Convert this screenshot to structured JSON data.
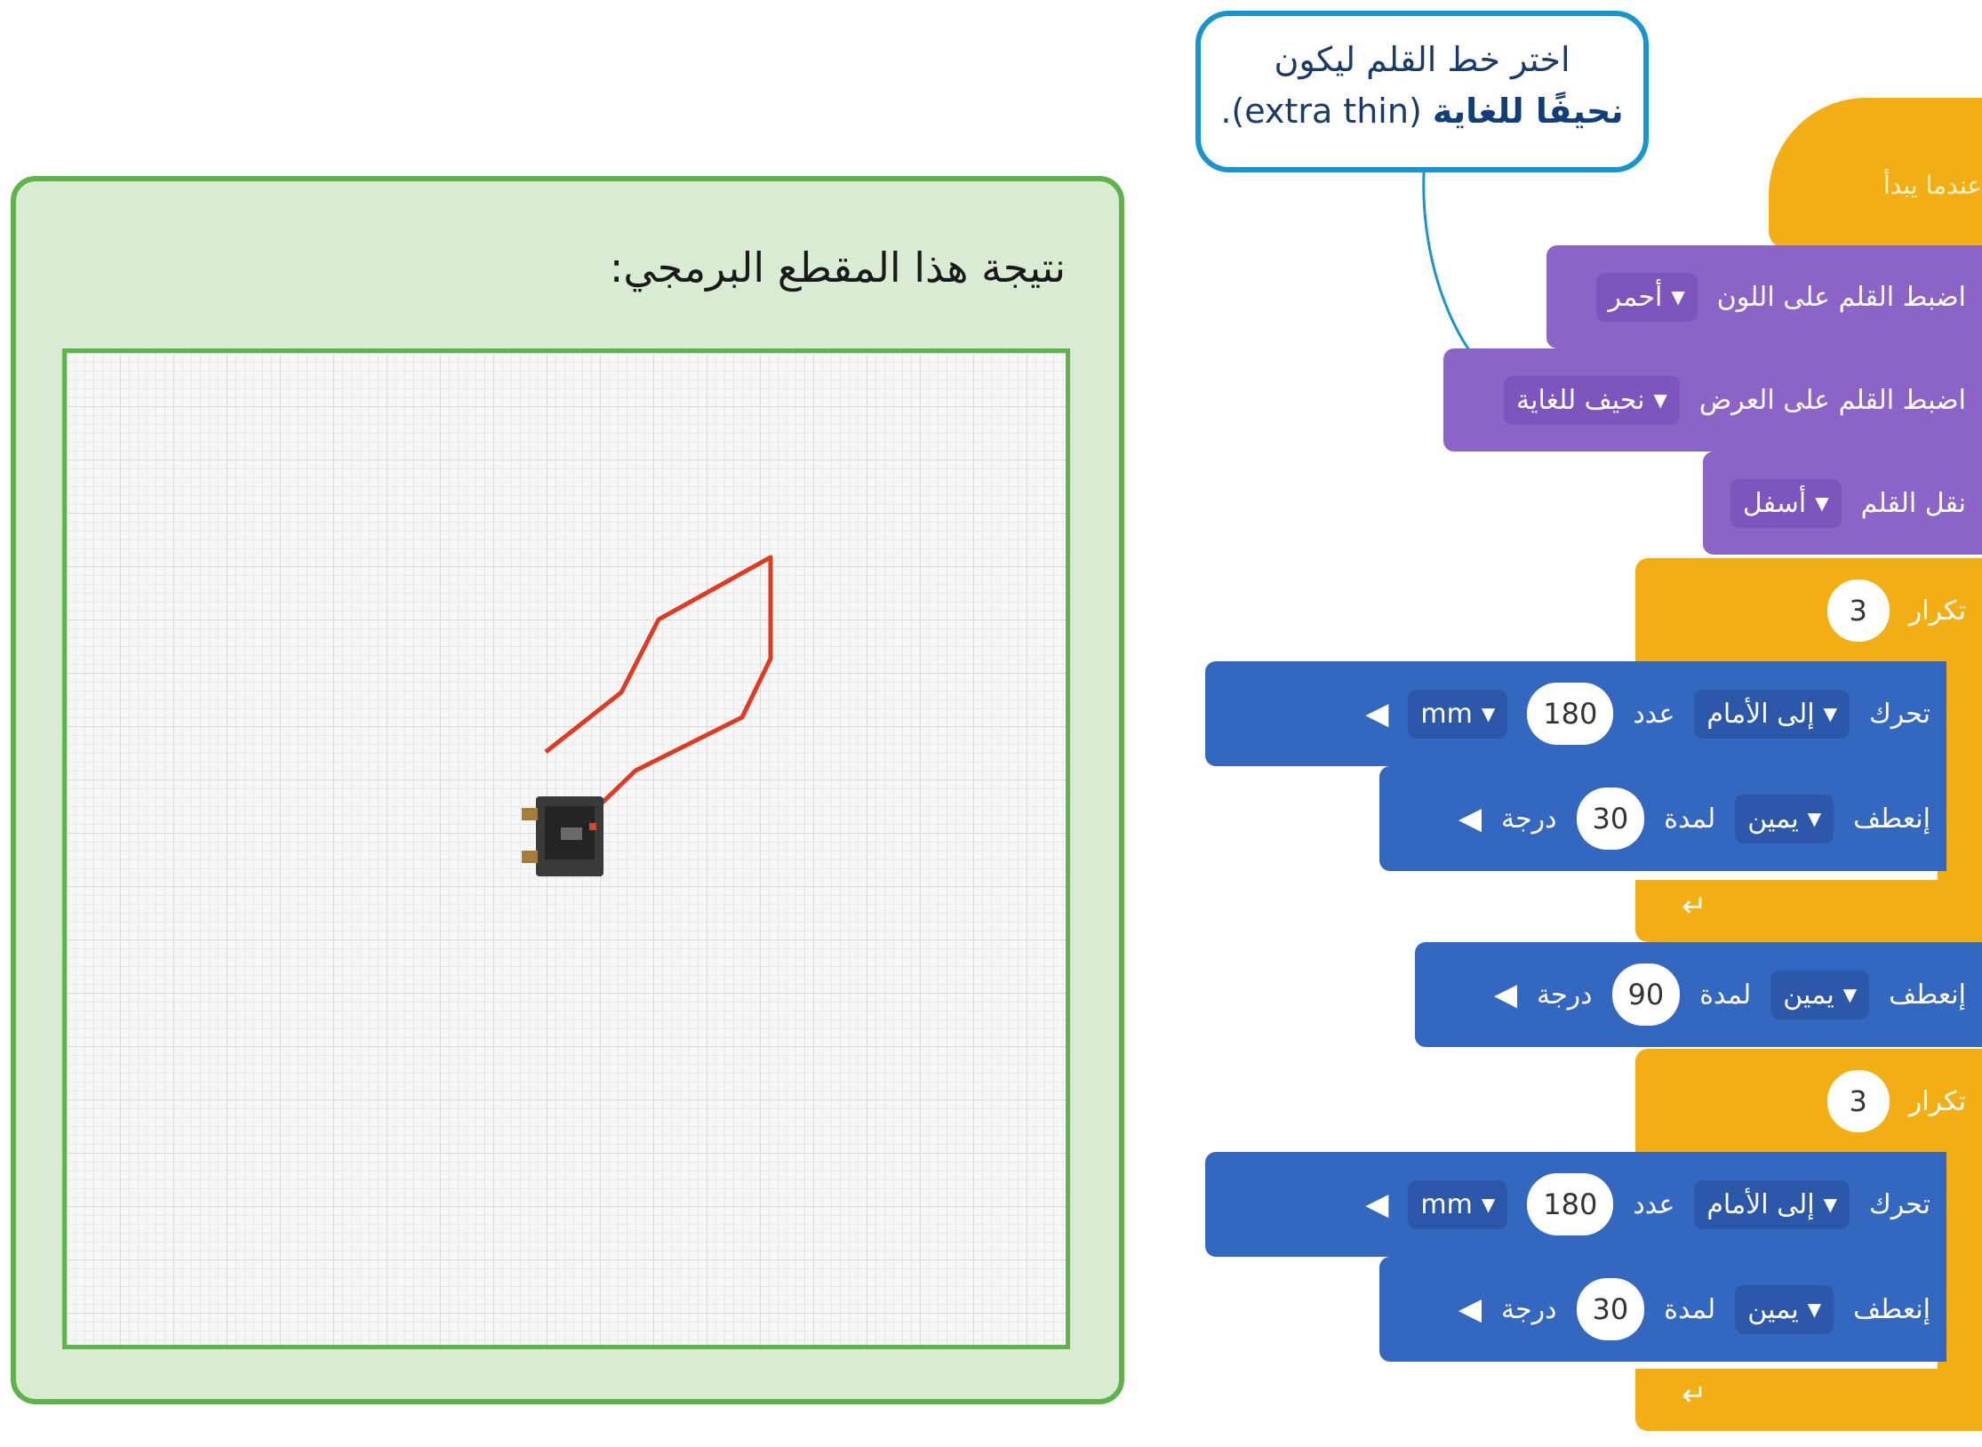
{
  "callout": {
    "line1": "اختر خط القلم ليكون",
    "line2_bold": "نحيفًا للغاية",
    "line2_rest": " (extra thin)."
  },
  "result": {
    "title": "نتيجة هذا المقطع البرمجي:"
  },
  "drawing": {
    "path_color": "#e03a22",
    "turn_right_deg": 30,
    "step_mm": 180
  },
  "blocks": {
    "hat_label": "عندما يبدأ",
    "set_color": {
      "label": "اضبط القلم على اللون",
      "value": "أحمر"
    },
    "set_width": {
      "label": "اضبط القلم على العرض",
      "value": "نحيف للغاية"
    },
    "pen": {
      "label": "نقل القلم",
      "value": "أسفل"
    },
    "repeat1": {
      "label": "تكرار",
      "count": "3"
    },
    "move1": {
      "label": "تحرك",
      "direction": "إلى الأمام",
      "count_label": "عدد",
      "amount": "180",
      "unit": "mm"
    },
    "turn1": {
      "label": "إنعطف",
      "direction": "يمين",
      "for_label": "لمدة",
      "amount": "30",
      "unit": "درجة"
    },
    "turn_mid": {
      "label": "إنعطف",
      "direction": "يمين",
      "for_label": "لمدة",
      "amount": "90",
      "unit": "درجة"
    },
    "repeat2": {
      "label": "تكرار",
      "count": "3"
    },
    "move2": {
      "label": "تحرك",
      "direction": "إلى الأمام",
      "count_label": "عدد",
      "amount": "180",
      "unit": "mm"
    },
    "turn2": {
      "label": "إنعطف",
      "direction": "يمين",
      "for_label": "لمدة",
      "amount": "30",
      "unit": "درجة"
    }
  },
  "colors": {
    "panel_border": "#5db44b",
    "panel_bg": "#d9ebd2",
    "callout_border": "#1795d1",
    "event_orange": "#f3ae14",
    "pen_purple": "#8c64c8",
    "motion_blue": "#3367c0"
  }
}
